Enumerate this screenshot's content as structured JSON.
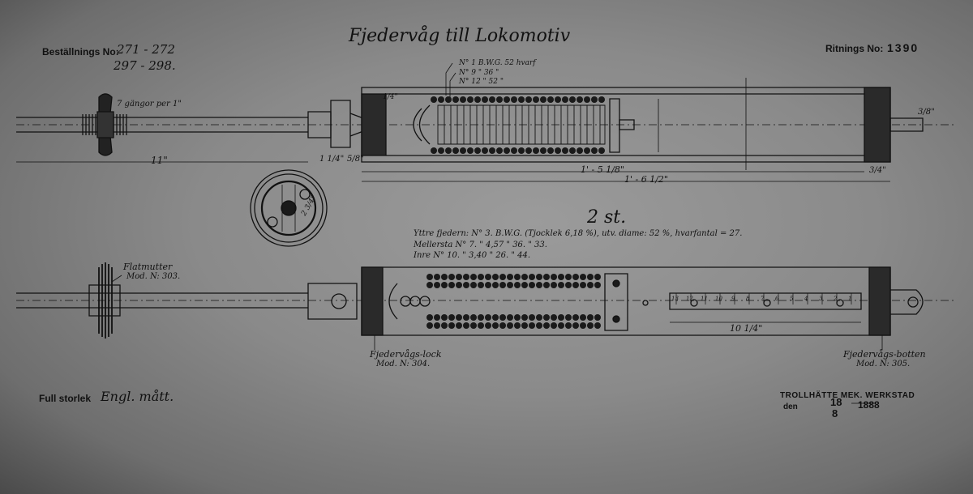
{
  "title": "Fjedervåg till Lokomotiv",
  "order": {
    "label": "Beställnings No:",
    "numbers": "271 - 272",
    "numbers2": "297 - 298."
  },
  "drawing_no": {
    "label": "Ritnings No:",
    "value": "1390"
  },
  "quantity": "2 st.",
  "spring_spec": {
    "outer": "Yttre fjedern: N° 3. B.W.G. (Tjocklek 6,18 %), utv. diame: 52 %, hvarfantal = 27.",
    "middle": "Mellersta   N° 7.   \"   4,57   \"   36.   \"   33.",
    "inner": "Inre   N° 10.   \"   3,40   \"   26.   \"   44."
  },
  "wire_labels": [
    "N° 1  B.W.G.  52 hvarf",
    "N° 9   \"   36   \"",
    "N° 12   \"   52   \""
  ],
  "dims": {
    "thread": "7 gängor per 1\"",
    "rod_length": "11\"",
    "d1": "1 1/4\"",
    "d2": "5/8\"",
    "d3": "1' - 5 1/8\"",
    "d4": "1' - 6 1/2\"",
    "d5": "3/4\"",
    "scale_len": "10 1/4\"",
    "small1": "3/8\"",
    "small2": "1/4\"",
    "bore": "2 3/4\""
  },
  "parts": [
    {
      "name": "Flatmutter",
      "mod": "Mod. N: 303."
    },
    {
      "name": "Fjedervågs-lock",
      "mod": "Mod. N: 304."
    },
    {
      "name": "Fjedervågs-botten",
      "mod": "Mod. N: 305."
    }
  ],
  "scale": {
    "label": "Full storlek",
    "units": "Engl. mått."
  },
  "maker": {
    "name": "TROLLHÄTTE MEK. WERKSTAD",
    "date_prefix": "den",
    "day": "18",
    "month": "8",
    "year": "1888"
  },
  "scale_ticks": [
    "13",
    "12",
    "11",
    "10",
    "9",
    "8",
    "7",
    "6",
    "5",
    "4",
    "3",
    "2",
    "1"
  ],
  "colors": {
    "ink": "#111111",
    "paper": "#8c8c8c"
  }
}
